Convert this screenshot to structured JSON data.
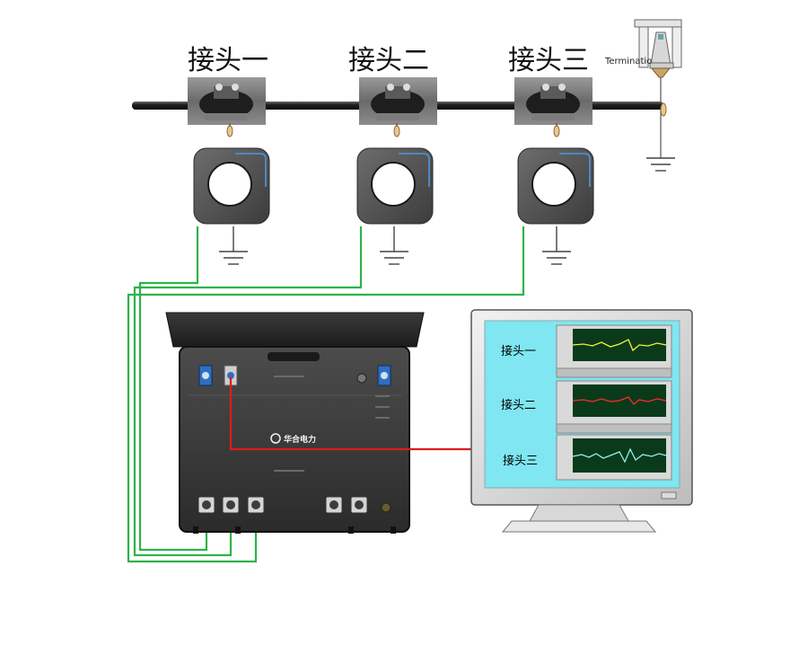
{
  "joints": [
    {
      "title": "接头一",
      "screen_label": "接头一"
    },
    {
      "title": "接头二",
      "screen_label": "接头二"
    },
    {
      "title": "接头三",
      "screen_label": "接头三"
    }
  ],
  "termination_label": "Terminatio",
  "device": {
    "brand": "华合电力"
  },
  "colors": {
    "signal_cable": "#2db34a",
    "link_cable": "#e01b1b",
    "screen_bg": "#7fe6f2",
    "trace_1": "#f2f23a",
    "trace_2": "#ff2a2a",
    "trace_3": "#8ff0f0"
  }
}
